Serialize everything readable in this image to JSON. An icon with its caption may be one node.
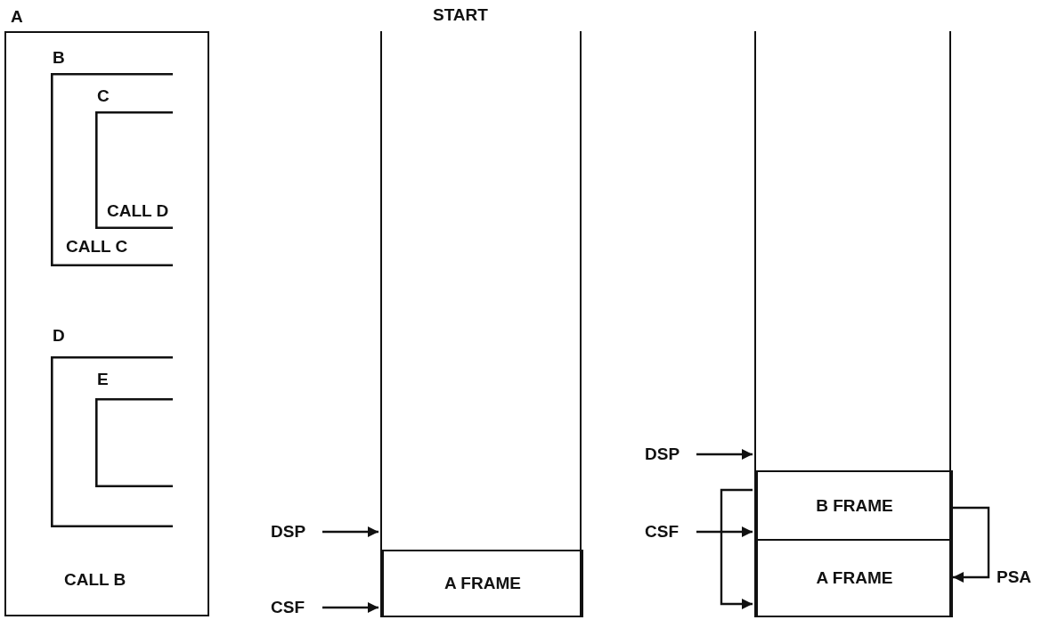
{
  "diagram": {
    "nodes": [
      {
        "text": [
          "A",
          "CALL B"
        ]
      },
      {
        "text": [
          "B",
          "CALL C"
        ],
        "in": 0
      },
      {
        "text": [
          "C",
          "CALL D"
        ],
        "in": 1
      },
      {
        "text": [
          "D"
        ],
        "in": 0
      },
      {
        "text": [
          "E"
        ],
        "in": 3
      },
      {
        "text": [
          "START"
        ]
      },
      {
        "text": [
          "A FRAME"
        ],
        "in": 5
      },
      {
        "text": [
          "DSP"
        ]
      },
      {
        "text": [
          "CSF"
        ]
      },
      {
        "text": [],
        "shape": "box"
      },
      {
        "text": [
          "B FRAME"
        ],
        "in": 9
      },
      {
        "text": [
          "A FRAME"
        ],
        "in": 9
      },
      {
        "text": [
          "DSP"
        ]
      },
      {
        "text": [
          "CSF"
        ]
      },
      {
        "text": [
          "PSA"
        ]
      }
    ],
    "edges": [
      {
        "from": 7,
        "to": 5,
        "arrow": "to"
      },
      {
        "from": 8,
        "to": 6,
        "arrow": "to"
      },
      {
        "from": 12,
        "to": 9,
        "arrow": "to"
      },
      {
        "from": 13,
        "to": 10,
        "arrow": "to"
      },
      {
        "from": 10,
        "to": 11,
        "arrow": "to"
      },
      {
        "from": 10,
        "to": 11,
        "arrow": "to"
      }
    ]
  }
}
